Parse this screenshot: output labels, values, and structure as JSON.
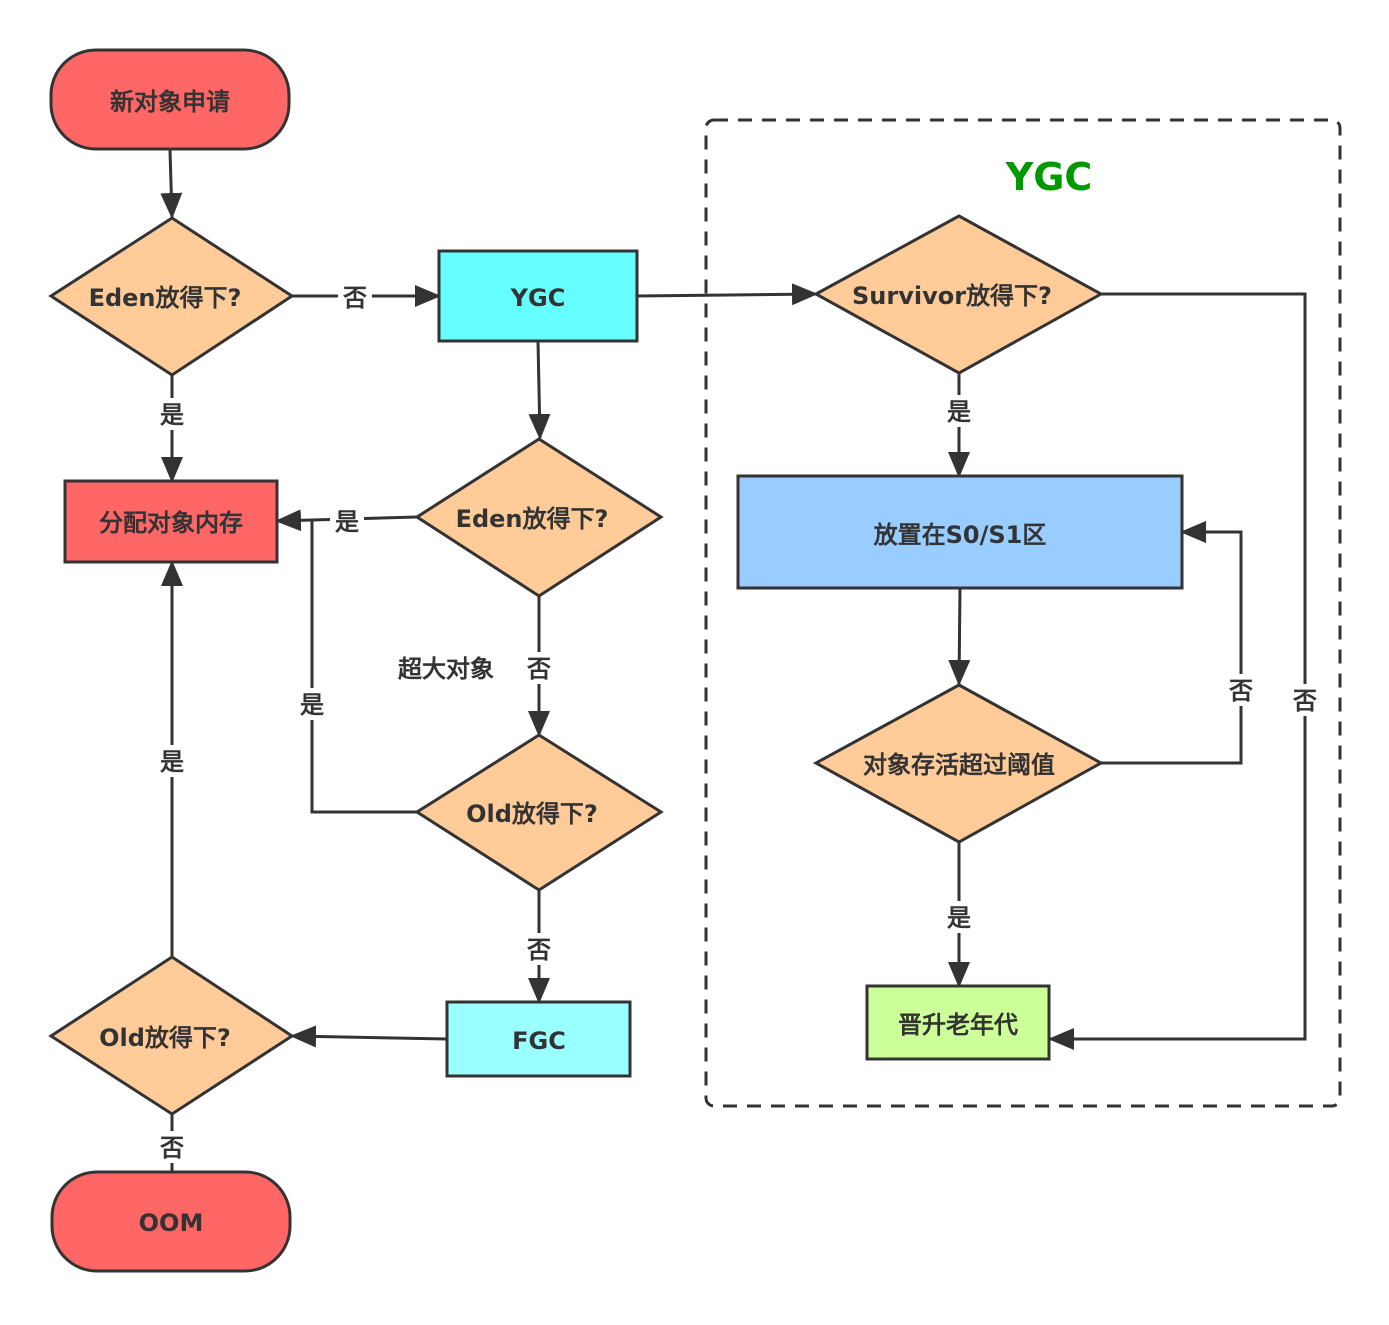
{
  "colors": {
    "terminal": "#FF6666",
    "decision": "#FFCC99",
    "process_red": "#FF6666",
    "process_cyan": "#66FFFF",
    "process_cyan_light": "#99FFFF",
    "process_blue": "#99CCFF",
    "process_green": "#CCFF99",
    "ygc_title": "#009900",
    "stroke": "#333333"
  },
  "group": {
    "title": "YGC"
  },
  "nodes": {
    "start": "新对象申请",
    "eden_check_1": "Eden放得下?",
    "ygc": "YGC",
    "eden_check_2": "Eden放得下?",
    "alloc": "分配对象内存",
    "old_check_1": "Old放得下?",
    "fgc": "FGC",
    "old_check_2": "Old放得下?",
    "oom": "OOM",
    "survivor_check": "Survivor放得下?",
    "place_s0s1": "放置在S0/S1区",
    "age_check": "对象存活超过阈值",
    "promote": "晋升老年代"
  },
  "edges": {
    "eden1_no": "否",
    "eden1_yes": "是",
    "eden2_yes": "是",
    "large_object": "超大对象",
    "eden2_no": "否",
    "old1_yes": "是",
    "old1_no": "否",
    "old2_yes": "是",
    "old2_no": "否",
    "survivor_yes": "是",
    "age_no": "否",
    "survivor_no": "否",
    "age_yes": "是"
  }
}
